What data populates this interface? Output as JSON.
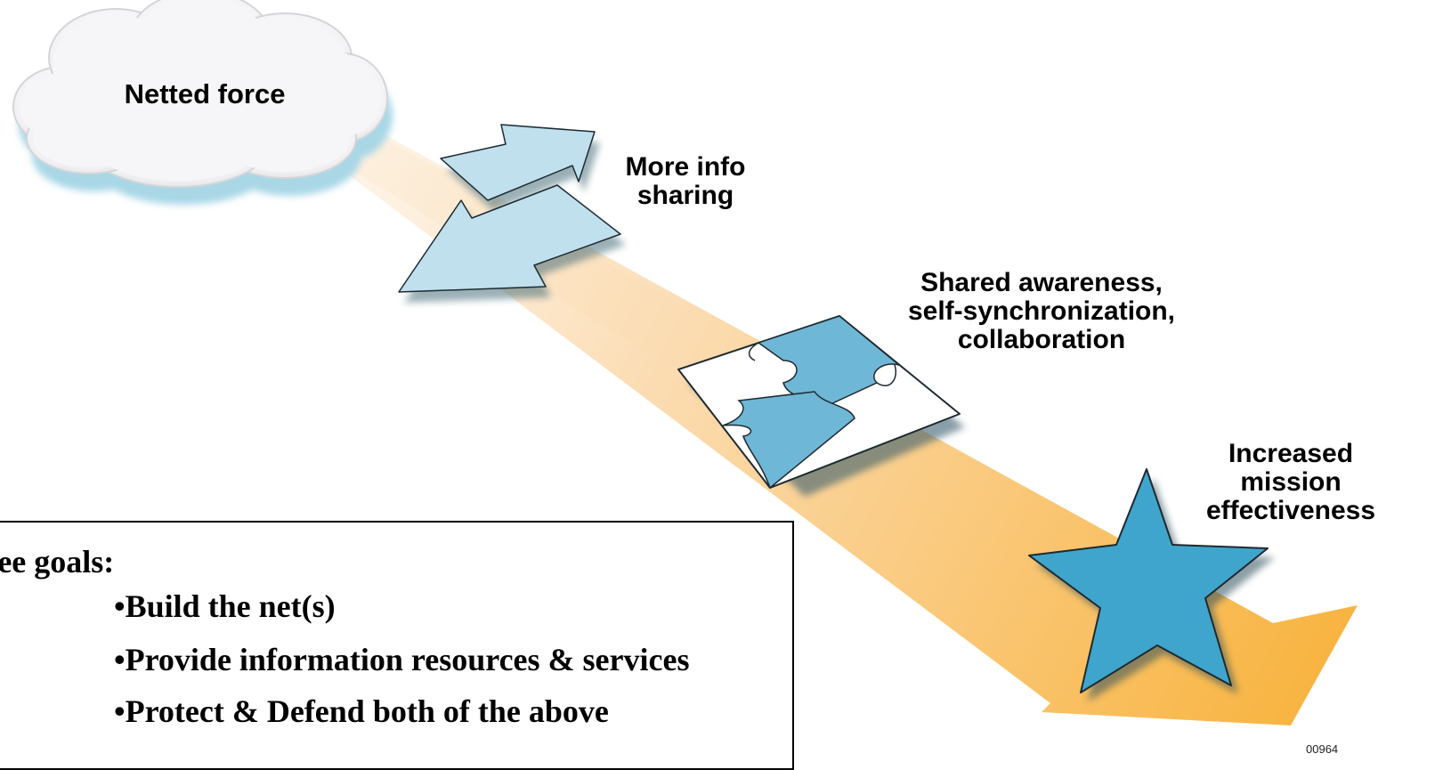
{
  "stages": {
    "netted_force": "Netted force",
    "info_sharing": [
      "More info",
      "sharing"
    ],
    "shared_awareness": [
      "Shared awareness,",
      "self-synchronization,",
      "collaboration"
    ],
    "mission": [
      "Increased",
      "mission",
      "effectiveness"
    ]
  },
  "figure_code": "00964",
  "goals": {
    "title": "ree goals:",
    "items": [
      "•Build the net(s)",
      "•Provide information resources & services",
      "•Protect & Defend both of the above"
    ]
  },
  "colors": {
    "beam_start": "#fbe7cf",
    "beam_end": "#f8b035",
    "arrow_fill": "#bfe0ec",
    "puzzle_blue": "#6fb7d6",
    "star_fill": "#3fa5cc",
    "cloud_fill": "#f4f4f6"
  },
  "icons": [
    "cloud-icon",
    "double-arrow-icon",
    "puzzle-icon",
    "star-icon"
  ]
}
